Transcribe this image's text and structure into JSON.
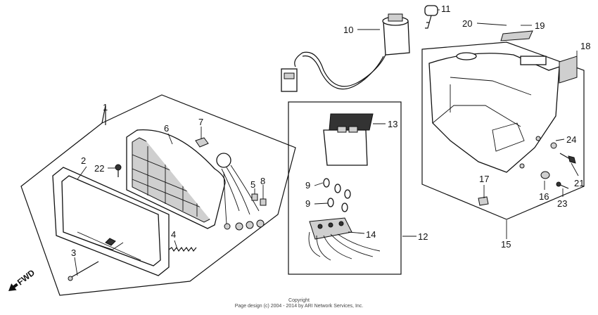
{
  "callouts": {
    "c1": "1",
    "c2": "2",
    "c3": "3",
    "c4": "4",
    "c5": "5",
    "c6": "6",
    "c7": "7",
    "c8": "8",
    "c9a": "9",
    "c9b": "9",
    "c10": "10",
    "c11": "11",
    "c12": "12",
    "c13": "13",
    "c14": "14",
    "c15": "15",
    "c16": "16",
    "c17": "17",
    "c18": "18",
    "c19": "19",
    "c20": "20",
    "c21": "21",
    "c22": "22",
    "c23": "23",
    "c24": "24"
  },
  "direction": {
    "label": "FWD"
  },
  "footer": {
    "line1": "Copyright",
    "line2": "Page design (c) 2004 - 2014 by ARI Network Services, Inc."
  }
}
